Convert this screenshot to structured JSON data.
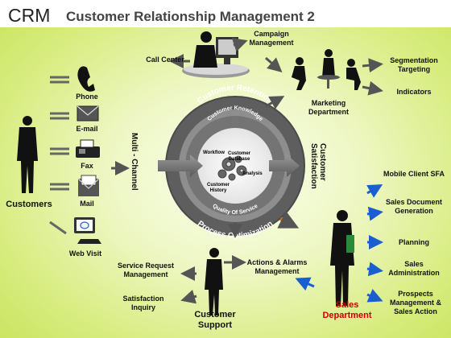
{
  "title": {
    "main": "CRM",
    "sub": "Customer Relationship Management 2"
  },
  "hub": {
    "outer_top": "Customer Retention",
    "inner_top": "Customer Knowledge",
    "inner_bottom": "Quality Of Service",
    "outer_bottom": "Process Optimization",
    "center_labels": [
      "Workflow",
      "Customer Database",
      "Analysis",
      "Customer History"
    ]
  },
  "left": {
    "channels": [
      "Phone",
      "E-mail",
      "Fax",
      "Mail",
      "Web Visit"
    ],
    "customers": "Customers",
    "multi_channel": "Multi - Channel"
  },
  "top": {
    "call_center": "Call Center",
    "campaign": "Campaign Management"
  },
  "marketing": {
    "label": "Marketing Department",
    "items": [
      "Segmentation Targeting",
      "Indicators"
    ]
  },
  "right": {
    "customer_satisfaction": "Customer Satisfaction"
  },
  "sales": {
    "label": "Sales Department",
    "items": [
      "Mobile Client SFA",
      "Sales Document Generation",
      "Planning",
      "Sales Administration",
      "Prospects Management & Sales Action"
    ]
  },
  "bottom": {
    "support": "Customer Support",
    "actions": "Actions & Alarms Management",
    "service_request": "Service Request Management",
    "satisfaction_inquiry": "Satisfaction Inquiry"
  },
  "colors": {
    "accent_red": "#c00000",
    "sales_arrow_blue": "#1a5fd0",
    "hub_gray": "#5e5e5e",
    "background_green": "#cfe66a"
  }
}
